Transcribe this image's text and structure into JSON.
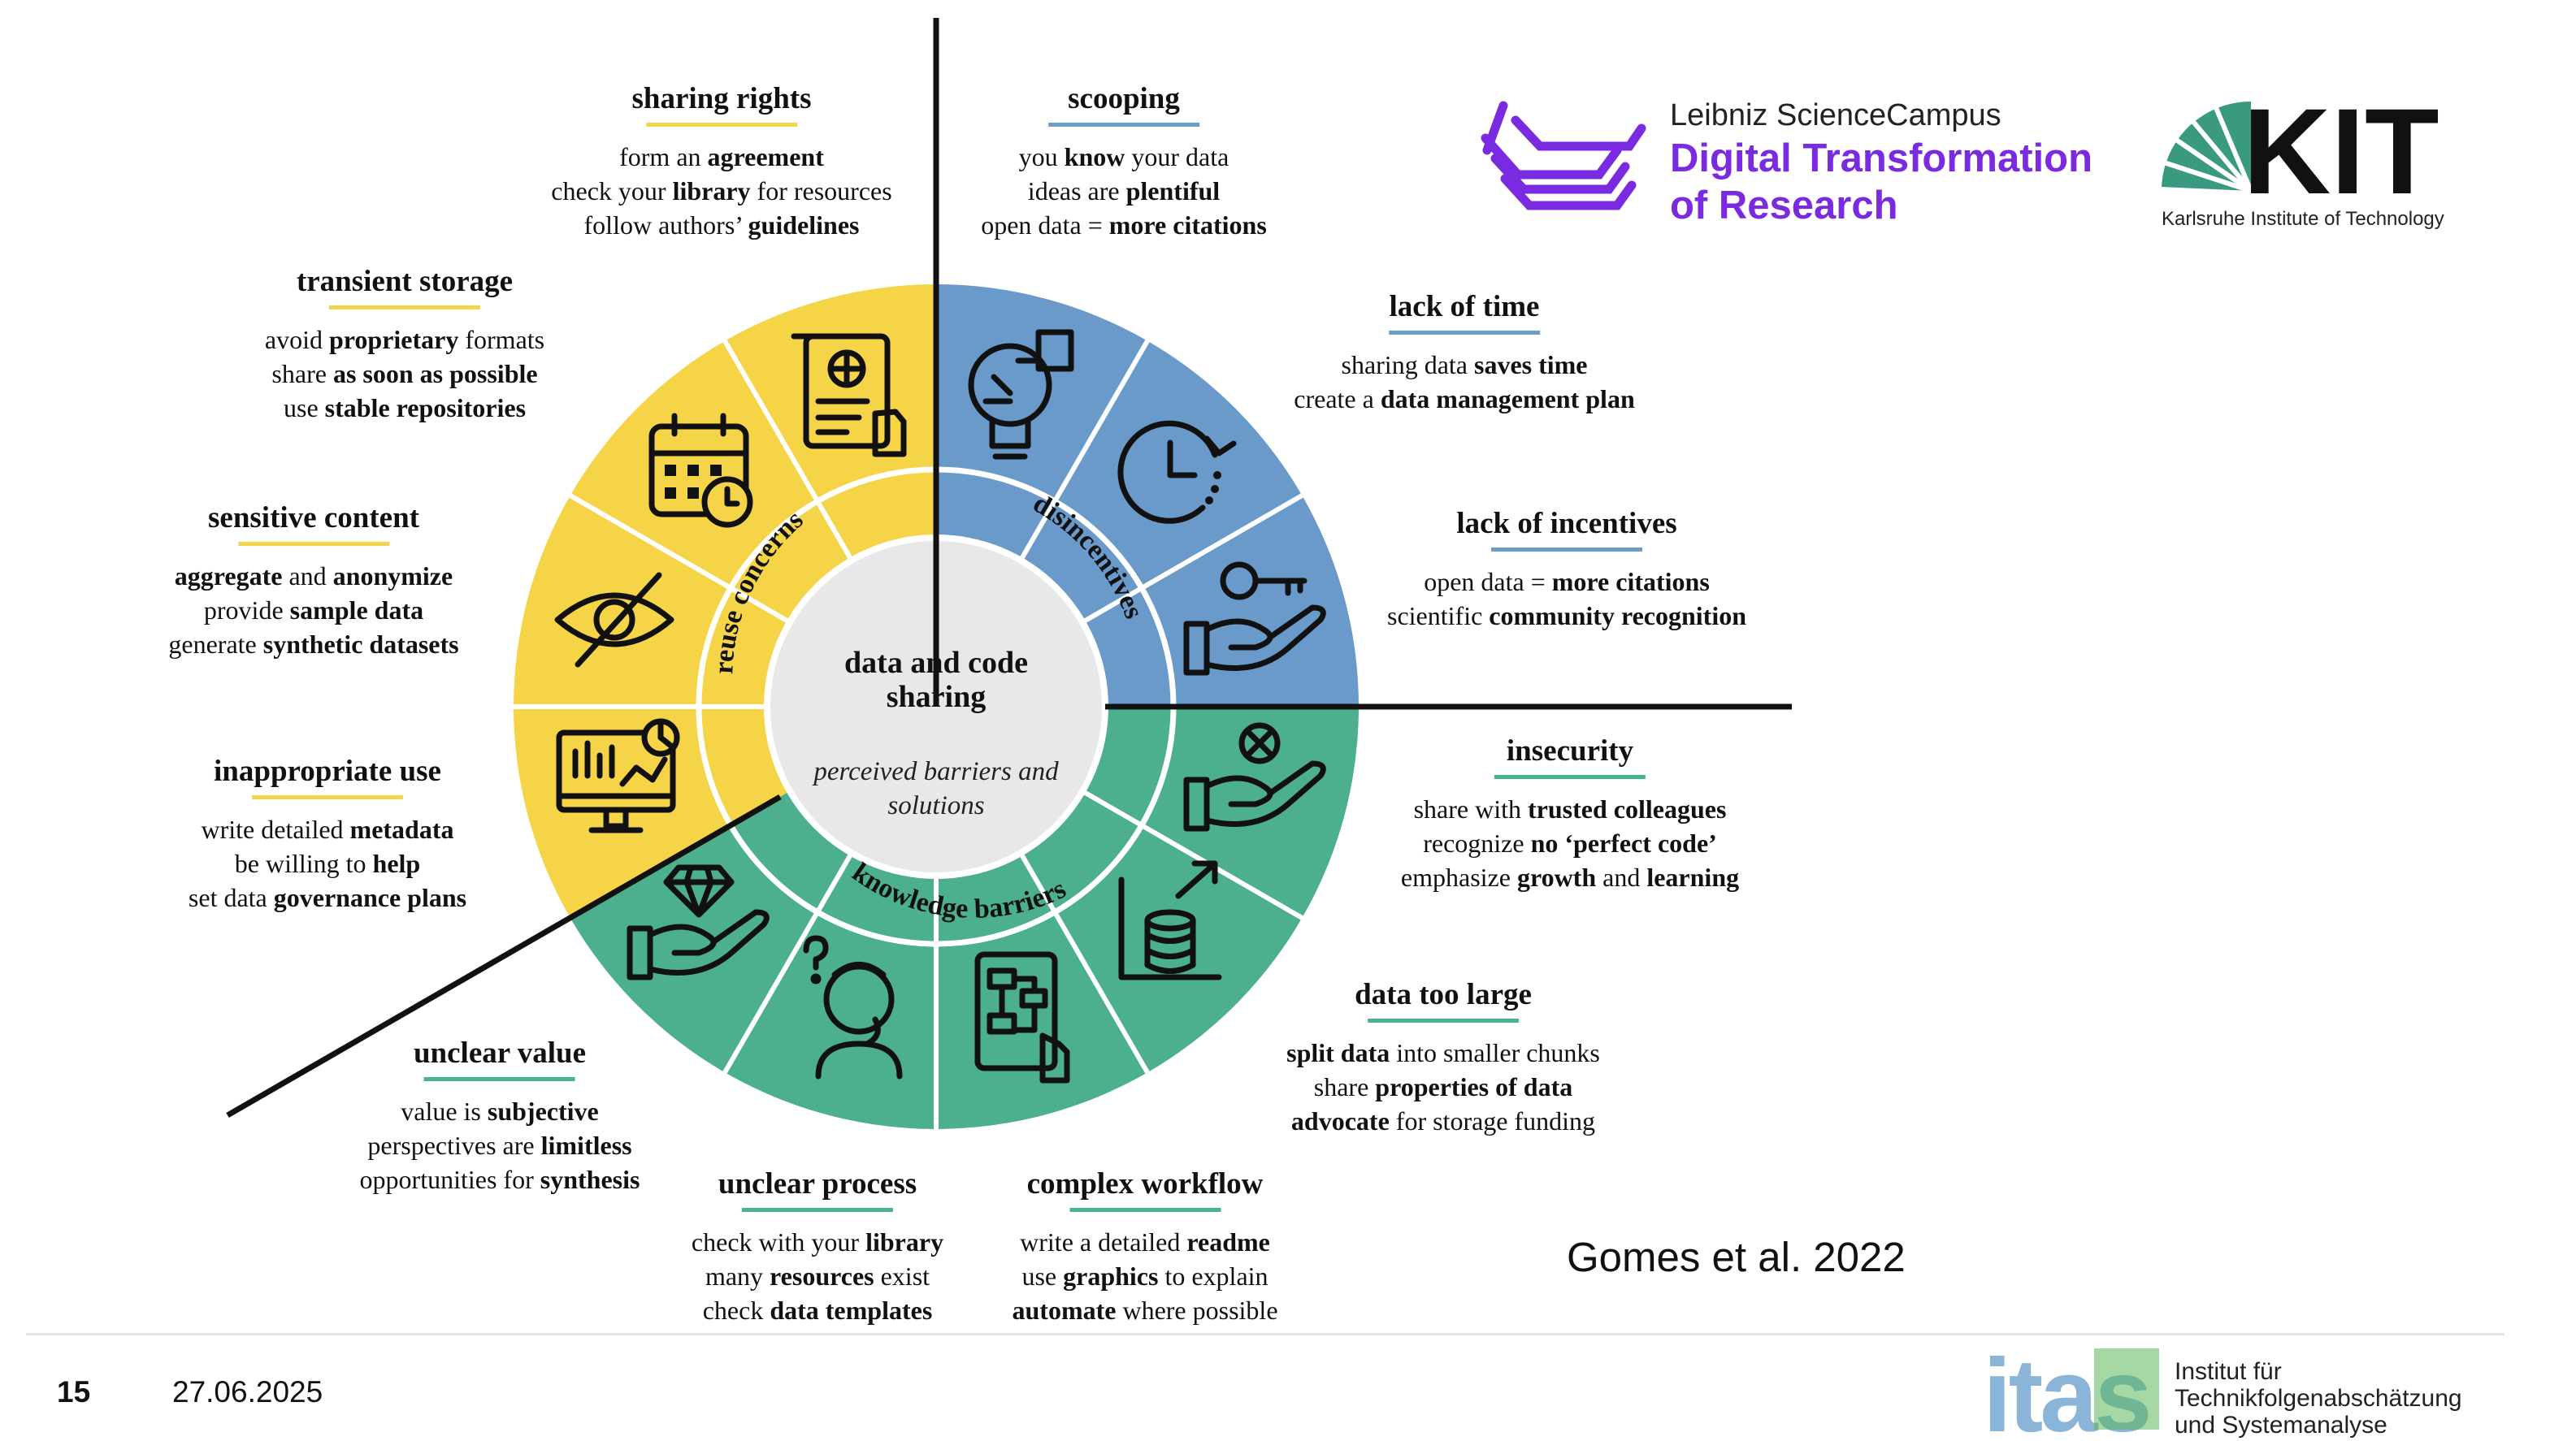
{
  "center": {
    "title_lines": [
      "data and code",
      "sharing"
    ],
    "subtitle_lines": [
      "perceived barriers and",
      "solutions"
    ]
  },
  "ring_labels": {
    "reuse": "reuse concerns",
    "disincentives": "disincentives",
    "knowledge": "knowledge barriers"
  },
  "colors": {
    "yellow": "#f5d547",
    "blue": "#6a9ac9",
    "green": "#4caf8e",
    "center": "#e8e8e8",
    "leibniz_purple": "#7a2ae0",
    "kit_green": "#3a9a80"
  },
  "icons": {
    "reuse": [
      "contract-document-icon",
      "calendar-clock-icon",
      "eye-crossed-icon",
      "monitor-chart-icon"
    ],
    "disincentives": [
      "puzzle-bulb-icon",
      "clock-icon",
      "hand-key-icon"
    ],
    "knowledge": [
      "hand-cross-icon",
      "database-chart-icon",
      "tablet-workflow-icon",
      "confused-person-icon",
      "hand-diamond-icon"
    ]
  },
  "blocks": {
    "sharing_rights": {
      "heading": "sharing rights",
      "lines": [
        [
          {
            "t": "form an ",
            "b": false
          },
          {
            "t": "agreement",
            "b": true
          }
        ],
        [
          {
            "t": "check your ",
            "b": false
          },
          {
            "t": "library",
            "b": true
          },
          {
            "t": " for resources",
            "b": false
          }
        ],
        [
          {
            "t": "follow authors’ ",
            "b": false
          },
          {
            "t": "guidelines",
            "b": true
          }
        ]
      ]
    },
    "scooping": {
      "heading": "scooping",
      "lines": [
        [
          {
            "t": "you ",
            "b": false
          },
          {
            "t": "know",
            "b": true
          },
          {
            "t": " your data",
            "b": false
          }
        ],
        [
          {
            "t": "ideas are ",
            "b": false
          },
          {
            "t": "plentiful",
            "b": true
          }
        ],
        [
          {
            "t": "open data = ",
            "b": false
          },
          {
            "t": "more citations",
            "b": true
          }
        ]
      ]
    },
    "transient_storage": {
      "heading": "transient storage",
      "lines": [
        [
          {
            "t": "avoid ",
            "b": false
          },
          {
            "t": "proprietary",
            "b": true
          },
          {
            "t": " formats",
            "b": false
          }
        ],
        [
          {
            "t": "share ",
            "b": false
          },
          {
            "t": "as soon as possible",
            "b": true
          }
        ],
        [
          {
            "t": "use ",
            "b": false
          },
          {
            "t": "stable repositories",
            "b": true
          }
        ]
      ]
    },
    "lack_of_time": {
      "heading": "lack of time",
      "lines": [
        [
          {
            "t": "sharing data ",
            "b": false
          },
          {
            "t": "saves time",
            "b": true
          }
        ],
        [
          {
            "t": "create a ",
            "b": false
          },
          {
            "t": "data management plan",
            "b": true
          }
        ]
      ]
    },
    "sensitive_content": {
      "heading": "sensitive content",
      "lines": [
        [
          {
            "t": "aggregate",
            "b": true
          },
          {
            "t": " and ",
            "b": false
          },
          {
            "t": "anonymize",
            "b": true
          }
        ],
        [
          {
            "t": "provide ",
            "b": false
          },
          {
            "t": "sample data",
            "b": true
          }
        ],
        [
          {
            "t": "generate ",
            "b": false
          },
          {
            "t": "synthetic datasets",
            "b": true
          }
        ]
      ]
    },
    "lack_of_incentives": {
      "heading": "lack of incentives",
      "lines": [
        [
          {
            "t": "open data = ",
            "b": false
          },
          {
            "t": "more citations",
            "b": true
          }
        ],
        [
          {
            "t": "scientific ",
            "b": false
          },
          {
            "t": "community recognition",
            "b": true
          }
        ]
      ]
    },
    "inappropriate_use": {
      "heading": "inappropriate use",
      "lines": [
        [
          {
            "t": "write detailed ",
            "b": false
          },
          {
            "t": "metadata",
            "b": true
          }
        ],
        [
          {
            "t": "be willing to ",
            "b": false
          },
          {
            "t": "help",
            "b": true
          }
        ],
        [
          {
            "t": "set data ",
            "b": false
          },
          {
            "t": "governance plans",
            "b": true
          }
        ]
      ]
    },
    "insecurity": {
      "heading": "insecurity",
      "lines": [
        [
          {
            "t": "share with ",
            "b": false
          },
          {
            "t": "trusted colleagues",
            "b": true
          }
        ],
        [
          {
            "t": "recognize ",
            "b": false
          },
          {
            "t": "no ‘perfect code’",
            "b": true
          }
        ],
        [
          {
            "t": "emphasize ",
            "b": false
          },
          {
            "t": "growth",
            "b": true
          },
          {
            "t": " and ",
            "b": false
          },
          {
            "t": "learning",
            "b": true
          }
        ]
      ]
    },
    "data_too_large": {
      "heading": "data too large",
      "lines": [
        [
          {
            "t": "split data",
            "b": true
          },
          {
            "t": " into smaller chunks",
            "b": false
          }
        ],
        [
          {
            "t": "share ",
            "b": false
          },
          {
            "t": "properties of data",
            "b": true
          }
        ],
        [
          {
            "t": "advocate",
            "b": true
          },
          {
            "t": " for storage funding",
            "b": false
          }
        ]
      ]
    },
    "unclear_value": {
      "heading": "unclear value",
      "lines": [
        [
          {
            "t": "value is ",
            "b": false
          },
          {
            "t": "subjective",
            "b": true
          }
        ],
        [
          {
            "t": "perspectives are ",
            "b": false
          },
          {
            "t": "limitless",
            "b": true
          }
        ],
        [
          {
            "t": "opportunities for ",
            "b": false
          },
          {
            "t": "synthesis",
            "b": true
          }
        ]
      ]
    },
    "unclear_process": {
      "heading": "unclear process",
      "lines": [
        [
          {
            "t": "check with your ",
            "b": false
          },
          {
            "t": "library",
            "b": true
          }
        ],
        [
          {
            "t": "many ",
            "b": false
          },
          {
            "t": "resources",
            "b": true
          },
          {
            "t": " exist",
            "b": false
          }
        ],
        [
          {
            "t": "check ",
            "b": false
          },
          {
            "t": "data templates",
            "b": true
          }
        ]
      ]
    },
    "complex_workflow": {
      "heading": "complex workflow",
      "lines": [
        [
          {
            "t": "write a detailed ",
            "b": false
          },
          {
            "t": "readme",
            "b": true
          }
        ],
        [
          {
            "t": "use ",
            "b": false
          },
          {
            "t": "graphics",
            "b": true
          },
          {
            "t": " to explain",
            "b": false
          }
        ],
        [
          {
            "t": "automate",
            "b": true
          },
          {
            "t": " where possible",
            "b": false
          }
        ]
      ]
    }
  },
  "logos": {
    "leibniz": {
      "line1": "Leibniz ScienceCampus",
      "line2": "Digital Transformation",
      "line3": "of Research"
    },
    "kit": {
      "wordmark": "KIT",
      "subtitle": "Karlsruhe Institute of Technology"
    },
    "itas": {
      "wordmark": "itas",
      "lines": [
        "Institut für",
        "Technikfolgenabschätzung",
        "und Systemanalyse"
      ]
    }
  },
  "citation": "Gomes et al. 2022",
  "footer": {
    "page_number": "15",
    "date": "27.06.2025"
  }
}
